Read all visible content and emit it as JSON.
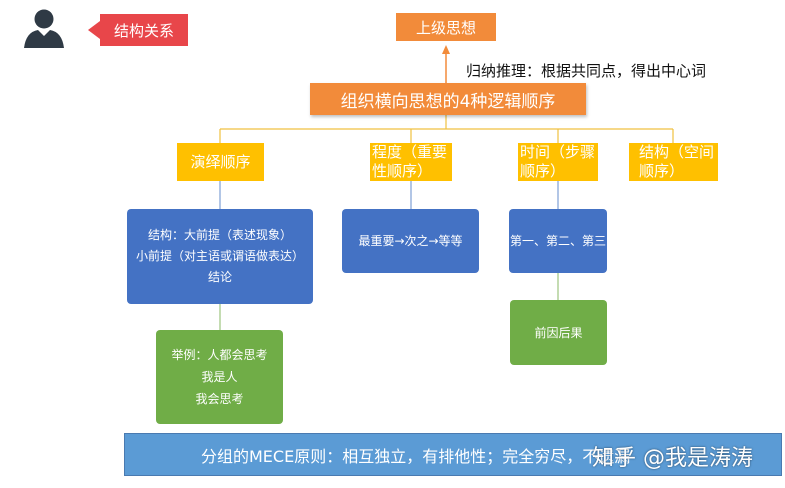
{
  "header": {
    "tag_label": "结构关系"
  },
  "diagram": {
    "top_node": "上级思想",
    "caption": "归纳推理：根据共同点，得出中心词",
    "main_node": "组织横向思想的4种逻辑顺序",
    "categories": [
      {
        "label": "演绎顺序"
      },
      {
        "label": "程度（重要性顺序）"
      },
      {
        "label": "时间（步骤顺序）"
      },
      {
        "label": "结构（空间顺序）"
      }
    ],
    "deduction_box": {
      "line1": "结构：大前提（表述现象）",
      "line2": "小前提（对主语或谓语做表达）",
      "line3": "结论"
    },
    "deduction_example": {
      "line1": "举例：人都会思考",
      "line2": "我是人",
      "line3": "我会思考"
    },
    "degree_box": "最重要→次之→等等",
    "time_box": "第一、第二、第三",
    "time_sub_box": "前因后果",
    "footer": "分组的MECE原则：相互独立，有排他性；完全穷尽，不遗漏",
    "watermark": "知乎 @我是涛涛"
  },
  "colors": {
    "orange": "#f28b3a",
    "yellow": "#ffc000",
    "blue": "#4472c4",
    "green": "#70ad47",
    "red": "#e8464a",
    "footer_blue": "#5b9bd5"
  }
}
